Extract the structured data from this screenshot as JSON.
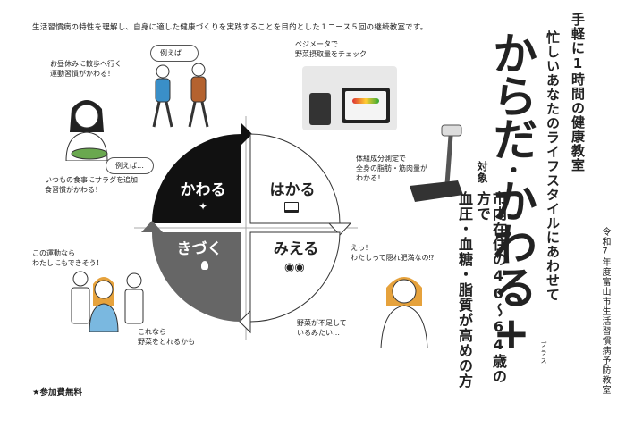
{
  "intro": "生活習慣病の特性を理解し、自身に適した健康づくりを実践することを目的とした１コース５回の継続教室です。",
  "free": "★参加費無料",
  "quadrants": {
    "kawaru": "かわる",
    "hakaru": "はかる",
    "kizuku": "きづく",
    "mieru": "みえる"
  },
  "quadrant_icons": {
    "kawaru": "sparkle-icon",
    "hakaru": "laptop-icon",
    "kizuku": "lightbulb-icon",
    "mieru": "eyes-icon"
  },
  "notes": {
    "walk_bubble": "例えば…",
    "walk_text_1": "お昼休みに散歩へ行く",
    "walk_text_2": "運動習慣がかわる！",
    "meal_bubble": "例えば…",
    "meal_text_1": "いつもの食事にサラダを追加",
    "meal_text_2": "食習慣がかわる！",
    "vege_1": "ベジメータで",
    "vege_2": "野菜摂取量をチェック",
    "body_1": "体組成分測定で",
    "body_2": "全身の脂肪・筋肉量が",
    "body_3": "わかる！",
    "exercise_1": "この運動なら",
    "exercise_2": "わたしにもできそう！",
    "veg_more_1": "これなら",
    "veg_more_2": "野菜をとれるかも",
    "hidden_1": "えっ！",
    "hidden_2": "わたしって隠れ肥満なの⁉",
    "lack_1": "野菜が不足して",
    "lack_2": "いるみたい…"
  },
  "vertical": {
    "col1": "手軽に1時間の健康教室",
    "col2": "忙しいあなたのライフスタイルにあわせて",
    "title_1": "からだ",
    "title_dot": "・",
    "title_2": "かわる",
    "title_plus": "+",
    "furigana": "プラス",
    "target_label": "対象",
    "target_1": "市内在住の40～64歳の方で",
    "target_2": "血圧・血糖・脂質が高めの方",
    "side": "令和7年度富山市生活習慣病予防教室"
  }
}
